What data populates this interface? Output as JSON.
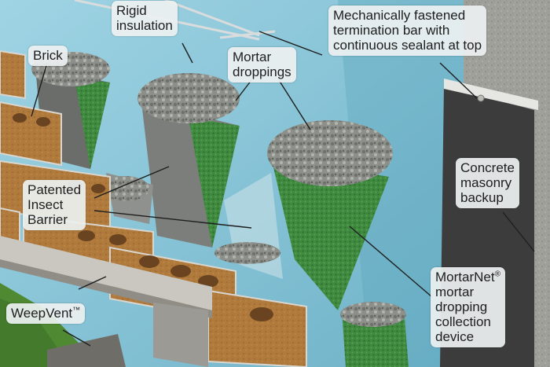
{
  "labels": {
    "rigid_insulation": [
      "Rigid",
      "insulation"
    ],
    "termination_bar": [
      "Mechanically fastened",
      "termination bar with",
      "continuous sealant at top"
    ],
    "mortar_droppings": [
      "Mortar",
      "droppings"
    ],
    "brick": [
      "Brick"
    ],
    "patented_insect_barrier": [
      "Patented",
      "Insect",
      "Barrier"
    ],
    "concrete_masonry_backup": [
      "Concrete",
      "masonry",
      "backup"
    ],
    "weepvent": {
      "text": "WeepVent",
      "mark": "™"
    },
    "mortarnet": {
      "first": "MortarNet",
      "mark": "®",
      "lines": [
        "mortar",
        "dropping",
        "collection",
        "device"
      ]
    }
  },
  "colors": {
    "insulation": "#7fc3d8",
    "brick": "#b07a3c",
    "concrete": "#a9a9a4",
    "mesh": "#3f8a3f",
    "mortar": "#8d8f8a",
    "bar": "#3c3c3c",
    "grass": "#4f8a32"
  }
}
